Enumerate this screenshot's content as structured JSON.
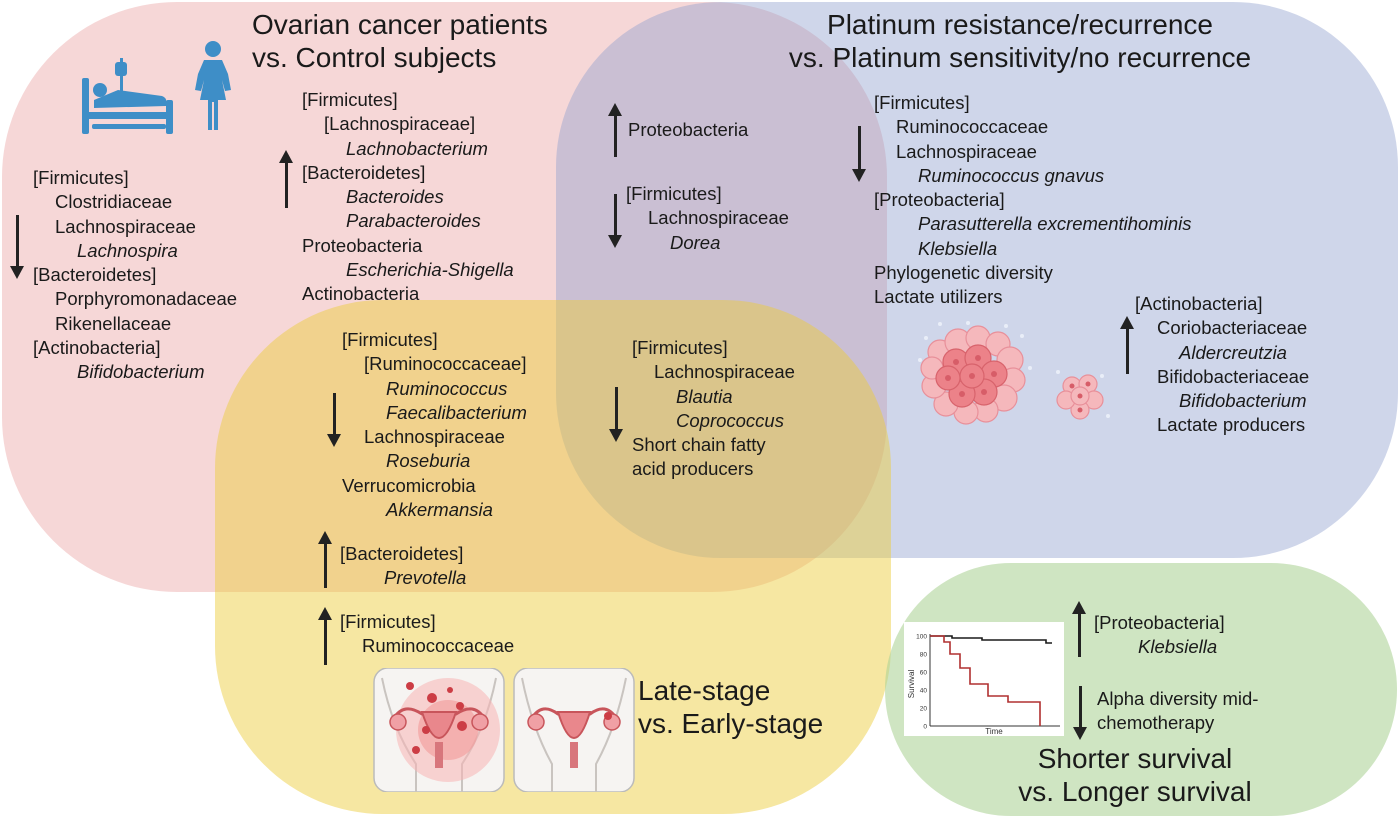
{
  "circles": {
    "ovarian_vs_control": {
      "title_line1": "Ovarian cancer patients",
      "title_line2": "vs. Control subjects",
      "decreased": [
        {
          "text": "[Firmicutes]",
          "indent": 0,
          "italic": false
        },
        {
          "text": "Clostridiaceae",
          "indent": 1,
          "italic": false
        },
        {
          "text": "Lachnospiraceae",
          "indent": 1,
          "italic": false
        },
        {
          "text": "Lachnospira",
          "indent": 2,
          "italic": true
        },
        {
          "text": "[Bacteroidetes]",
          "indent": 0,
          "italic": false
        },
        {
          "text": "Porphyromonadaceae",
          "indent": 1,
          "italic": false
        },
        {
          "text": "Rikenellaceae",
          "indent": 1,
          "italic": false
        },
        {
          "text": "[Actinobacteria]",
          "indent": 0,
          "italic": false
        },
        {
          "text": "Bifidobacterium",
          "indent": 2,
          "italic": true
        }
      ],
      "increased": [
        {
          "text": "[Firmicutes]",
          "indent": 0,
          "italic": false
        },
        {
          "text": "[Lachnospiraceae]",
          "indent": 1,
          "italic": false
        },
        {
          "text": "Lachnobacterium",
          "indent": 2,
          "italic": true
        },
        {
          "text": "[Bacteroidetes]",
          "indent": 0,
          "italic": false
        },
        {
          "text": "Bacteroides",
          "indent": 2,
          "italic": true
        },
        {
          "text": "Parabacteroides",
          "indent": 2,
          "italic": true
        },
        {
          "text": "Proteobacteria",
          "indent": 0,
          "italic": false
        },
        {
          "text": "Escherichia-Shigella",
          "indent": 2,
          "italic": true
        },
        {
          "text": "Actinobacteria",
          "indent": 0,
          "italic": false
        }
      ]
    },
    "platinum": {
      "title_line1": "Platinum resistance/recurrence",
      "title_line2": "vs. Platinum sensitivity/no recurrence",
      "decreased": [
        {
          "text": "[Firmicutes]",
          "indent": 0,
          "italic": false
        },
        {
          "text": "Ruminococcaceae",
          "indent": 1,
          "italic": false
        },
        {
          "text": "Lachnospiraceae",
          "indent": 1,
          "italic": false
        },
        {
          "text": "Ruminococcus gnavus",
          "indent": 2,
          "italic": true
        },
        {
          "text": "[Proteobacteria]",
          "indent": 0,
          "italic": false
        },
        {
          "text": "Parasutterella excrementihominis",
          "indent": 2,
          "italic": true
        },
        {
          "text": "Klebsiella",
          "indent": 2,
          "italic": true
        },
        {
          "text": "Phylogenetic diversity",
          "indent": 0,
          "italic": false
        },
        {
          "text": "Lactate utilizers",
          "indent": 0,
          "italic": false
        }
      ],
      "increased": [
        {
          "text": "[Actinobacteria]",
          "indent": 0,
          "italic": false
        },
        {
          "text": "Coriobacteriaceae",
          "indent": 1,
          "italic": false
        },
        {
          "text": "Aldercreutzia",
          "indent": 2,
          "italic": true
        },
        {
          "text": "Bifidobacteriaceae",
          "indent": 1,
          "italic": false
        },
        {
          "text": "Bifidobacterium",
          "indent": 2,
          "italic": true
        },
        {
          "text": "Lactate producers",
          "indent": 1,
          "italic": false
        }
      ]
    },
    "stage": {
      "title_line1": "Late-stage",
      "title_line2": "vs. Early-stage",
      "increased": [
        {
          "text": "[Firmicutes]",
          "indent": 0,
          "italic": false
        },
        {
          "text": "Ruminococcaceae",
          "indent": 1,
          "italic": false
        }
      ]
    },
    "survival": {
      "title_line1": "Shorter survival",
      "title_line2": "vs. Longer survival",
      "increased": [
        {
          "text": "[Proteobacteria]",
          "indent": 0,
          "italic": false
        },
        {
          "text": "Klebsiella",
          "indent": 2,
          "italic": true
        }
      ],
      "decreased": [
        {
          "text": "Alpha diversity mid-",
          "indent": 0,
          "italic": false
        },
        {
          "text": "chemotherapy",
          "indent": 0,
          "italic": false
        }
      ],
      "km_plot": {
        "xlabel": "Time",
        "ylabel": "Survival",
        "yticks": [
          "100",
          "80",
          "60",
          "40",
          "20",
          "0"
        ],
        "colors": {
          "upper_curve": "#1a1a1a",
          "lower_curve": "#b03030"
        }
      }
    }
  },
  "overlaps": {
    "ovarian_platinum": {
      "increased": [
        {
          "text": "Proteobacteria",
          "indent": 0,
          "italic": false
        }
      ],
      "decreased": [
        {
          "text": "[Firmicutes]",
          "indent": 0,
          "italic": false
        },
        {
          "text": "Lachnospiraceae",
          "indent": 1,
          "italic": false
        },
        {
          "text": "Dorea",
          "indent": 2,
          "italic": true
        }
      ]
    },
    "ovarian_stage": {
      "decreased": [
        {
          "text": "[Firmicutes]",
          "indent": 0,
          "italic": false
        },
        {
          "text": "[Ruminococcaceae]",
          "indent": 1,
          "italic": false
        },
        {
          "text": "Ruminococcus",
          "indent": 2,
          "italic": true
        },
        {
          "text": "Faecalibacterium",
          "indent": 2,
          "italic": true
        },
        {
          "text": "Lachnospiraceae",
          "indent": 1,
          "italic": false
        },
        {
          "text": "Roseburia",
          "indent": 2,
          "italic": true
        },
        {
          "text": "Verrucomicrobia",
          "indent": 0,
          "italic": false
        },
        {
          "text": "Akkermansia",
          "indent": 2,
          "italic": true
        }
      ],
      "increased": [
        {
          "text": "[Bacteroidetes]",
          "indent": 0,
          "italic": false
        },
        {
          "text": "Prevotella",
          "indent": 2,
          "italic": true
        }
      ]
    },
    "all_three": {
      "decreased": [
        {
          "text": "[Firmicutes]",
          "indent": 0,
          "italic": false
        },
        {
          "text": "Lachnospiraceae",
          "indent": 1,
          "italic": false
        },
        {
          "text": "Blautia",
          "indent": 2,
          "italic": true
        },
        {
          "text": "Coprococcus",
          "indent": 2,
          "italic": true
        },
        {
          "text": "Short chain fatty",
          "indent": 0,
          "italic": false
        },
        {
          "text": "acid producers",
          "indent": 0,
          "italic": false
        }
      ]
    }
  },
  "colors": {
    "ovarian_circle": "#f2c9c8",
    "platinum_circle": "#c9d1ea",
    "stage_circle": "#f2e294",
    "survival_circle": "#d6e9c8",
    "icon_blue": "#3e8ec7",
    "tumor_pink": "#e8747c"
  },
  "icons": [
    "patient-in-bed-icon",
    "woman-icon",
    "tumor-cells-icon",
    "uterus-late-stage-icon",
    "uterus-early-stage-icon",
    "survival-curve-icon"
  ]
}
